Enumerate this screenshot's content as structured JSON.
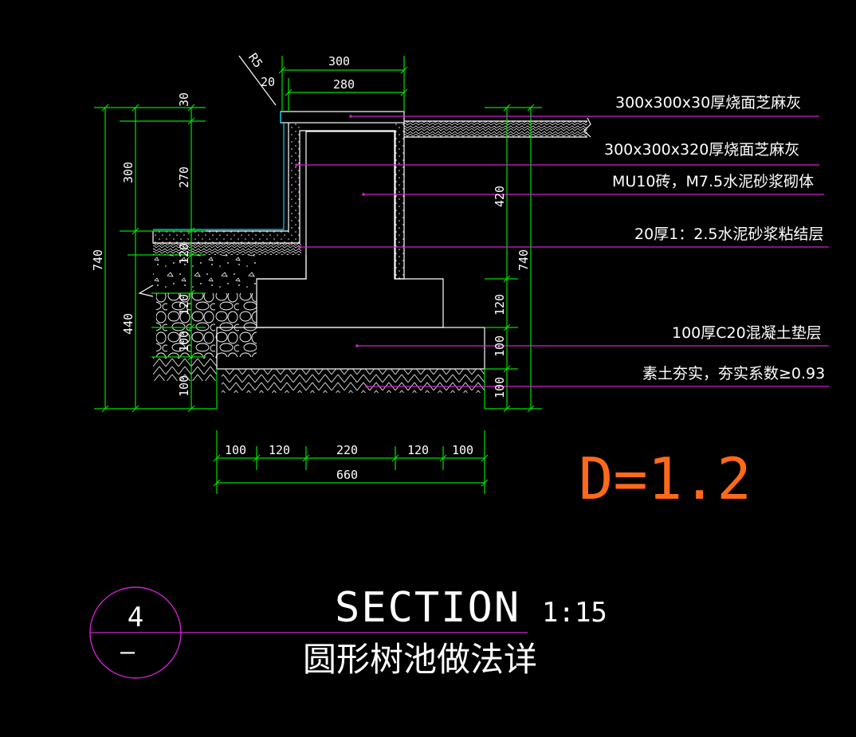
{
  "drawing": {
    "dims_top": {
      "overall": "300",
      "inner": "280",
      "radius": "R5",
      "edge": "20"
    },
    "dims_left": {
      "total": "740",
      "upper": "300",
      "lower": "440",
      "cap": "30",
      "wall": "270",
      "l1": "120",
      "l2": "120",
      "l3": "100",
      "l4": "100"
    },
    "dims_right": {
      "top": "420",
      "total": "740",
      "r1": "120",
      "r2": "100",
      "r3": "100"
    },
    "dims_bottom": {
      "d1": "100",
      "d2": "120",
      "d3": "220",
      "d4": "120",
      "d5": "100",
      "total": "660"
    },
    "notes": [
      "300x300x30厚烧面芝麻灰",
      "300x300x320厚烧面芝麻灰",
      "MU10砖，M7.5水泥砂浆砌体",
      "20厚1：2.5水泥砂浆粘结层",
      "100厚C20混凝土垫层",
      "素土夯实，夯实系数≥0.93"
    ],
    "handwritten": "D=1.2",
    "title": {
      "number": "4",
      "sheet": "—",
      "section": "SECTION",
      "scale": "1:15",
      "name": "圆形树池做法详"
    },
    "colors": {
      "dimension": "#00e000",
      "leader": "#d020d0",
      "outline": "#ffffff",
      "finish": "#00d8ff",
      "handwritten": "#ff6a1a"
    }
  }
}
